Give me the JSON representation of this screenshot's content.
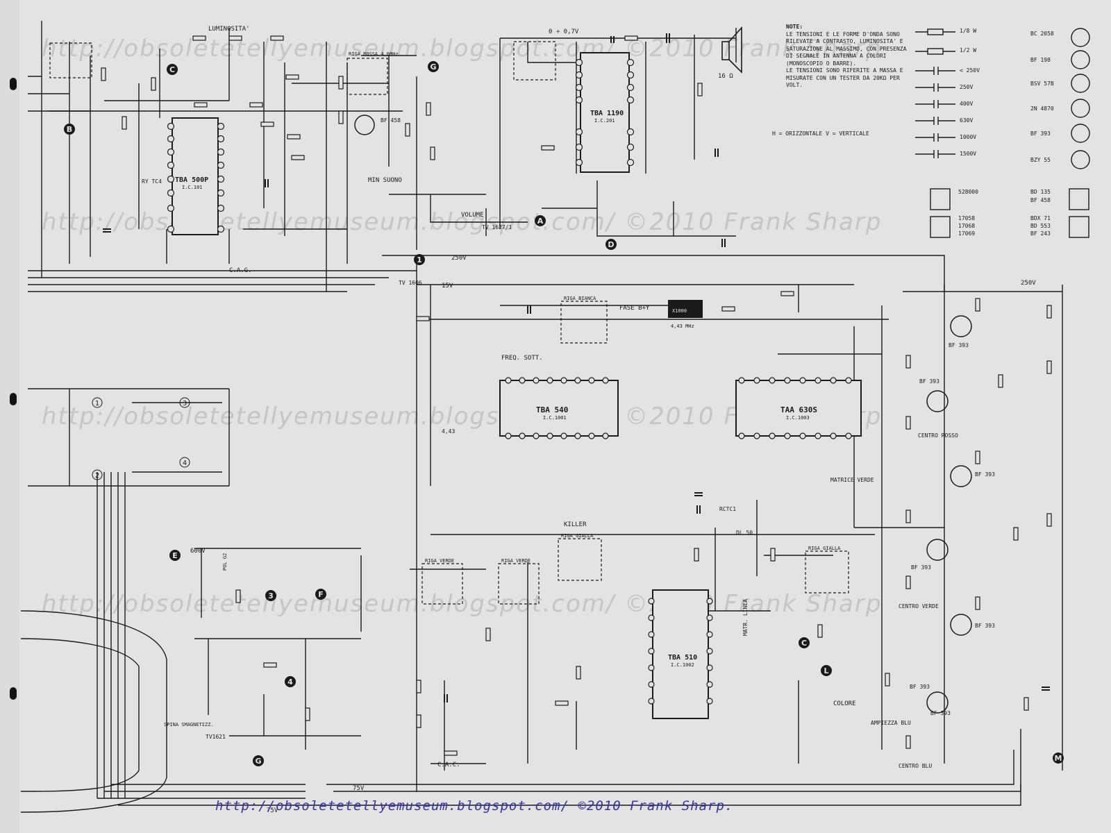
{
  "footer": {
    "url_text": "http://obsoletetellyemuseum.blogspot.com/   ©2010 Frank Sharp."
  },
  "watermark": {
    "text": "http://obsoletetellyemuseum.blogspot.com/  ©2010 Frank Sharp"
  },
  "notes": {
    "heading": "NOTE:",
    "body": "LE TENSIONI E LE FORME D'ONDA SONO RILEVATE A CONTRASTO, LUMINOSITA' E SATURAZIONE AL MASSIMO, CON PRESENZA DI SEGNALE IN ANTENNA A COLORI (MONOSCOPIO O BARRE).\nLE TENSIONI SONO RIFERITE A MASSA E MISURATE CON UN TESTER DA 20KΩ PER VOLT.",
    "hv_legend": "H = ORIZZONTALE    V = VERTICALE"
  },
  "legend": {
    "resistor_ratings": [
      "1/8 W",
      "1/2 W"
    ],
    "cap_ratings": [
      "< 250V",
      "250V",
      "400V",
      "630V",
      "1000V",
      "1500V"
    ],
    "transistor_types": [
      "BC 2058",
      "BF 198",
      "BSV 57B",
      "2N 4870",
      "BF 393",
      "BZY 55"
    ],
    "power_types_a": [
      "528000",
      "BD 135",
      "BF 458"
    ],
    "power_types_b": [
      "17058",
      "17068",
      "17069",
      "BDX 71",
      "BD 553",
      "BF 243"
    ]
  },
  "ics": {
    "tba500p": {
      "name": "TBA 500P",
      "ref": "I.C.101"
    },
    "tba1190": {
      "name": "TBA 1190",
      "ref": "I.C.201"
    },
    "tba540": {
      "name": "TBA 540",
      "ref": "I.C.1001"
    },
    "taa630s": {
      "name": "TAA 630S",
      "ref": "I.C.1003"
    },
    "tba510": {
      "name": "TBA 510",
      "ref": "I.C.1002"
    }
  },
  "labels": {
    "luminosita": "LUMINOSITA'",
    "riga_rossa": "RIGA ROSSA 4,6MHz",
    "min_suono": "MIN SUONO",
    "volume": "VOLUME",
    "tv1627": "TV 1627/1",
    "tv1606": "TV 1606",
    "tv1621": "TV1621",
    "cag": "C.A.G.",
    "riga_bianca": "RIGA BIANCA",
    "fase": "FASE B+Y",
    "freq_sott": "FREQ. SOTT.",
    "killer": "KILLER",
    "riga_verde_1": "RIGA VERDE",
    "riga_verde_2": "RIGA VERDE",
    "riga_gialla_1": "RIGA GIALLA",
    "riga_gialla_2": "RIGA GIALLA",
    "matrice_verde": "MATRICE VERDE",
    "matr_linea": "MATR. LINEA",
    "colore": "COLORE",
    "cac": "C.A.C.",
    "ampiezza_blu": "AMPIEZZA BLU",
    "centro_rosso": "CENTRO ROSSO",
    "centro_verde": "CENTRO VERDE",
    "centro_blu": "CENTRO BLU",
    "spina": "SPINA SMAGNETIZZ.",
    "pol_g2": "POL G2",
    "ohm16": "16 Ω",
    "dl50": "DL 50",
    "rctc": "RCTC1",
    "ry_tc4": "RY TC4",
    "v_250_top": "250V",
    "v_250_right": "250V",
    "v_15": "15V",
    "v_600": "600V",
    "v_75a": "75V",
    "v_75b": "75V",
    "v_0_07": "0 ÷ 0,7V",
    "c_433": "4,43",
    "q_443": "4,43 MHz",
    "xtal_box": "X1000"
  },
  "connectors": [
    "A",
    "B",
    "C",
    "D",
    "E",
    "F",
    "G",
    "1",
    "2",
    "3",
    "4",
    "L",
    "M"
  ],
  "transistors": {
    "bf458": "BF 458",
    "bf393_r": "BF 393",
    "bf393_g": "BF 393",
    "bf393_b": "BF 393",
    "bf393_1": "BF 393",
    "bf393_2": "BF 393",
    "bf393_3": "BF 393",
    "bf393_4": "BF 393"
  }
}
